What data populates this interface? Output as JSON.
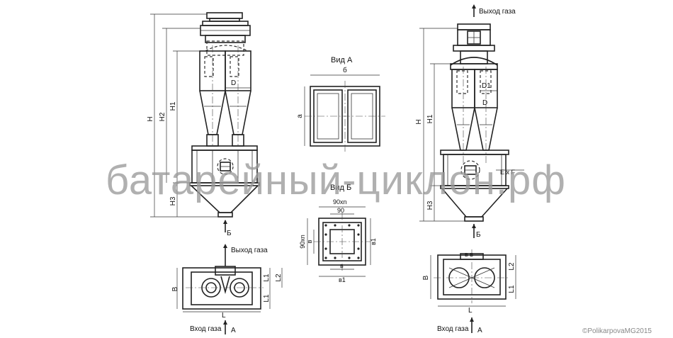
{
  "watermark": "батарейный-циклон.рф",
  "copyright": "©PolikarpovaMG2015",
  "labels": {
    "gas_outlet_left": "Выход газа",
    "gas_outlet_right": "Выход газа",
    "gas_inlet_left": "Вход газа",
    "gas_inlet_right": "Вход газа",
    "view_a_title": "Вид А",
    "view_b_title": "Вид Б",
    "arrow_a_left": "А",
    "arrow_a_right": "А",
    "arrow_b_left": "Б",
    "arrow_b_right": "Б"
  },
  "dimensions": {
    "left_elevation": {
      "H": "H",
      "H2": "H2",
      "H1": "H1",
      "H3": "H3",
      "D": "D"
    },
    "left_plan": {
      "B": "B",
      "L": "L",
      "L1_top": "L1",
      "L1_bottom": "L1",
      "L2": "L2"
    },
    "view_a": {
      "width": "б",
      "height": "а"
    },
    "view_b": {
      "top_outer": "90xn",
      "top_inner": "90",
      "left_outer": "90xn",
      "left_inner": "в",
      "right": "в1",
      "bottom_inner": "в",
      "bottom_outer": "в1"
    },
    "right_elevation": {
      "H": "H",
      "H1": "H1",
      "H3": "H3",
      "D1": "D1",
      "D": "D",
      "ExF": "E x F"
    },
    "right_plan": {
      "B": "B",
      "L": "L",
      "L1": "L1",
      "L2": "L2",
      "top_flange": "в   в"
    }
  }
}
